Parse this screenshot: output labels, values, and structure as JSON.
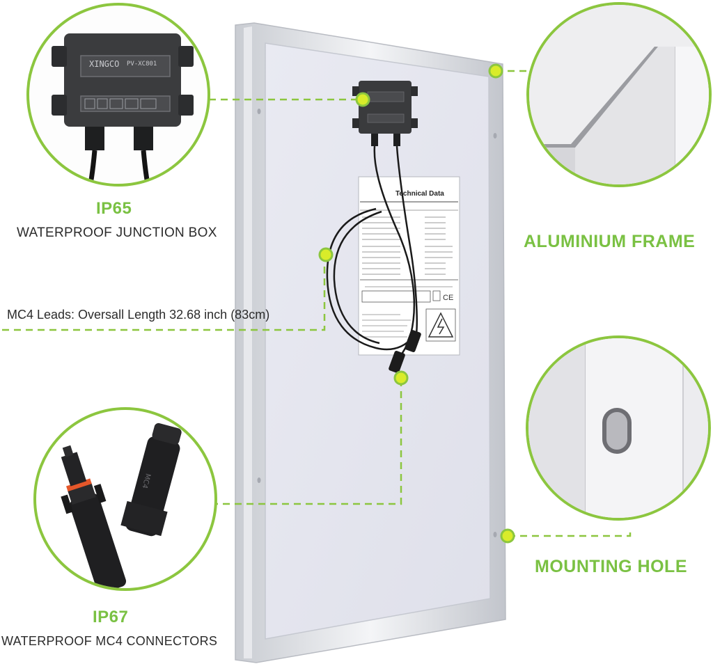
{
  "callouts": {
    "junction_box": {
      "rating": "IP65",
      "description": "WATERPROOF JUNCTION BOX",
      "box_brand": "XINGCO",
      "box_model": "PV-XC801"
    },
    "frame": {
      "title": "ALUMINIUM FRAME"
    },
    "leads": {
      "description": "MC4 Leads: Oversall Length 32.68 inch (83cm)"
    },
    "connectors": {
      "rating": "IP67",
      "description": "WATERPROOF MC4 CONNECTORS"
    },
    "mounting": {
      "title": "MOUNTING HOLE"
    }
  },
  "label": {
    "title": "Technical Data"
  },
  "colors": {
    "accent_green": "#8cc63f",
    "heading_green": "#7ac143",
    "frame_silver": "#d9dbe0",
    "panel_back": "#e6e7ef"
  }
}
